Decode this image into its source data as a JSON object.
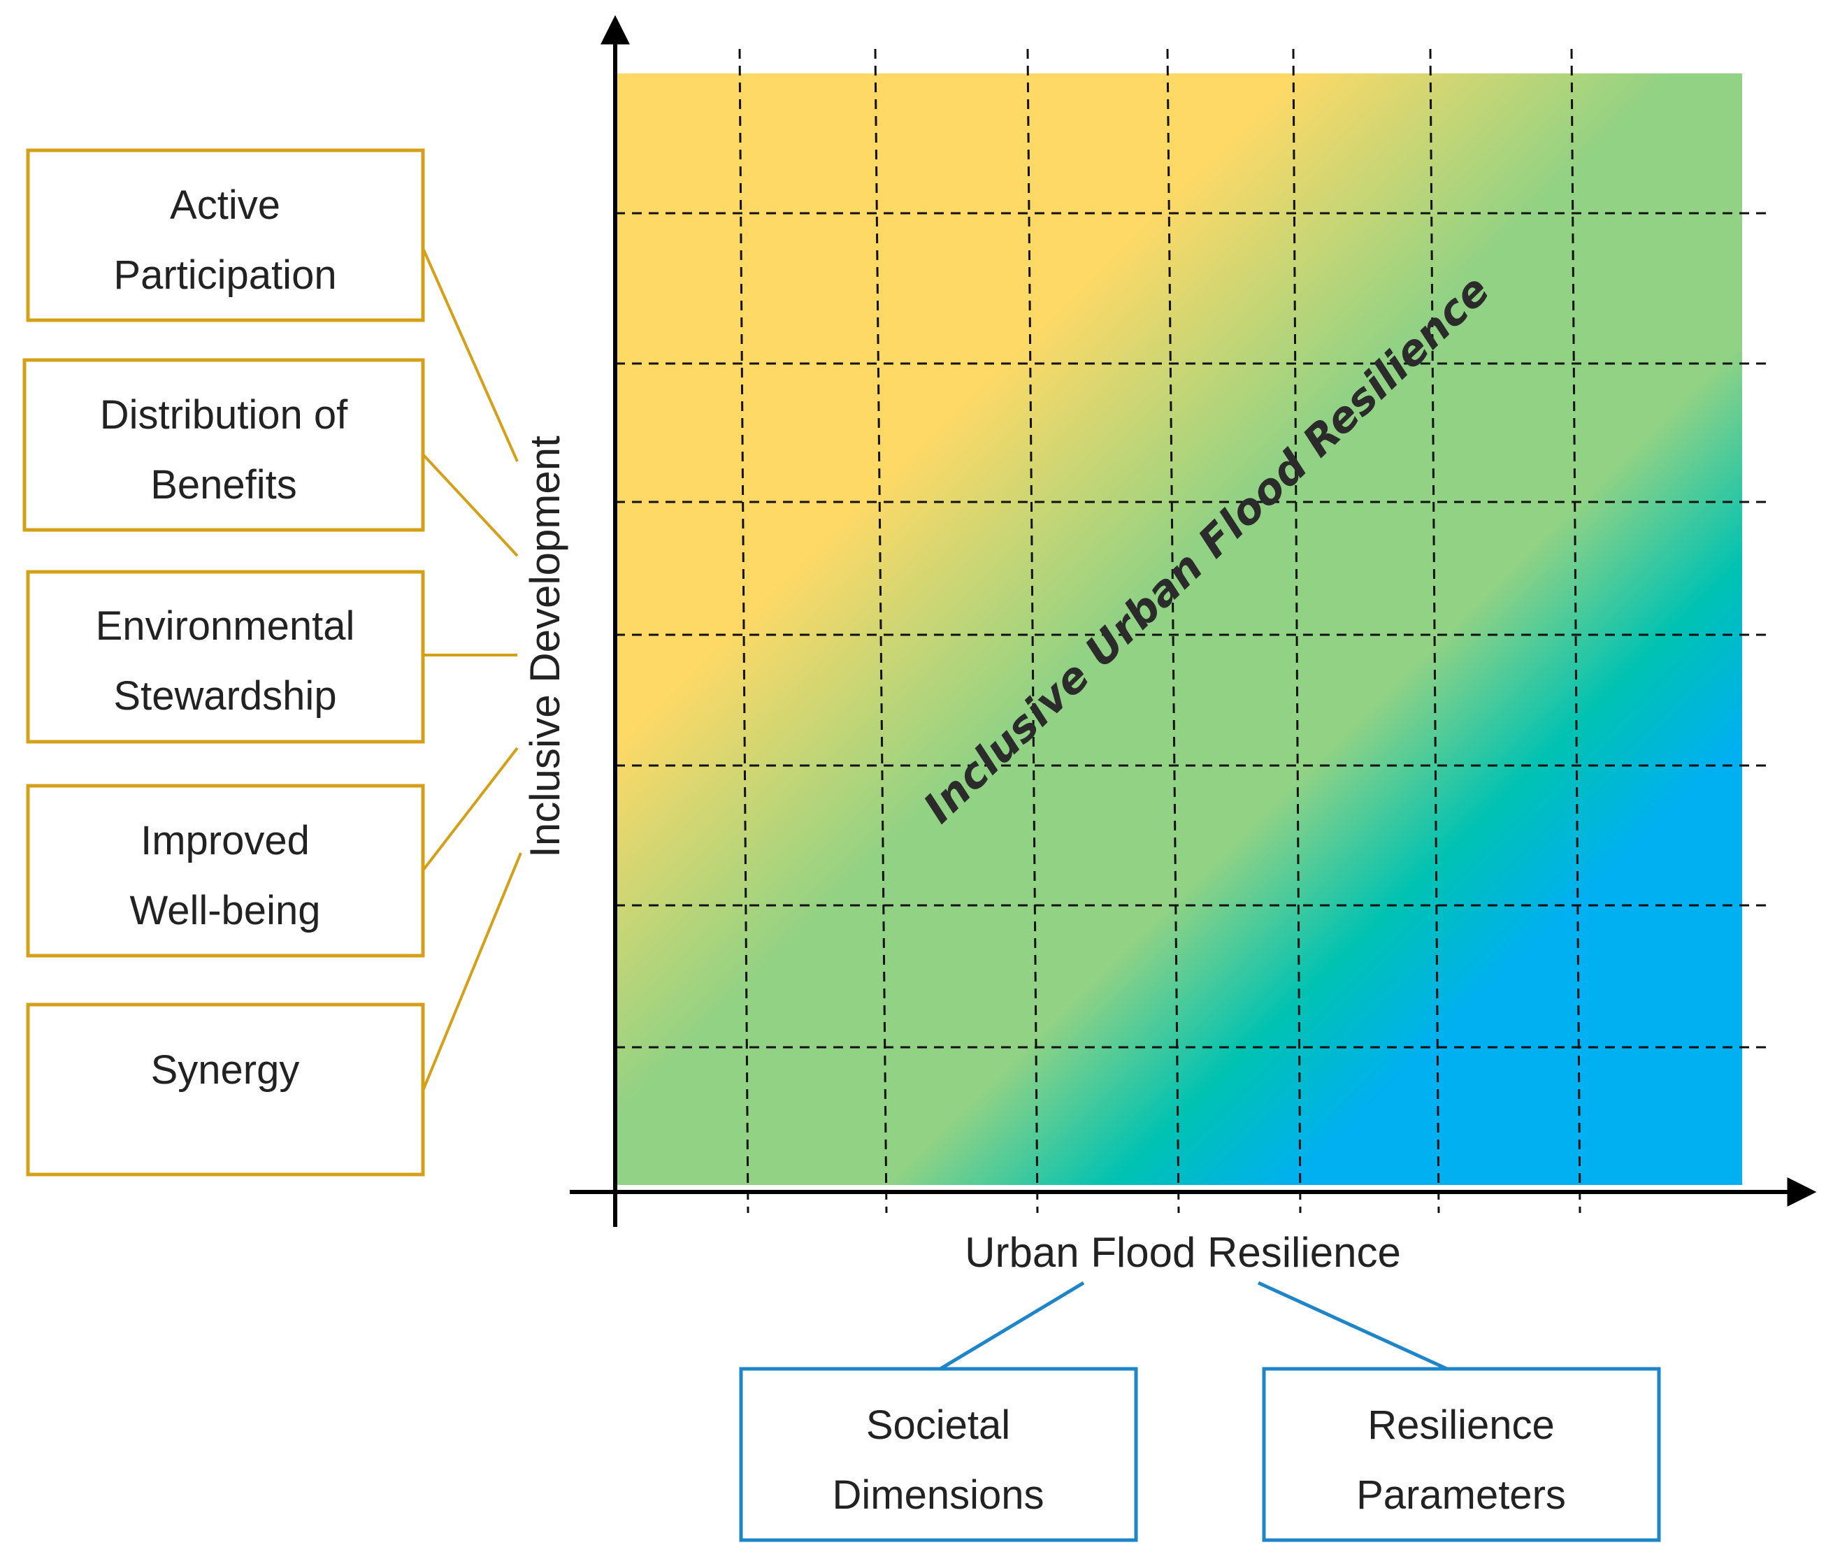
{
  "axes": {
    "x_title": "Urban Flood Resilience",
    "y_title": "Inclusive Development"
  },
  "diagonal_label": "Inclusive Urban Flood Resilience",
  "left_boxes": [
    {
      "line1": "Active",
      "line2": "Participation"
    },
    {
      "line1": "Distribution of",
      "line2": "Benefits"
    },
    {
      "line1": "Environmental",
      "line2": "Stewardship"
    },
    {
      "line1": "Improved",
      "line2": "Well-being"
    },
    {
      "line1": "Synergy",
      "line2": ""
    }
  ],
  "bottom_boxes": [
    {
      "line1": "Societal",
      "line2": "Dimensions"
    },
    {
      "line1": "Resilience",
      "line2": "Parameters"
    }
  ],
  "colors": {
    "inclusive_development": "#D4A017",
    "urban_flood_resilience": "#1E86C8",
    "gradient_yellow": "#FFD966",
    "gradient_green": "#92D284",
    "gradient_teal": "#00C2B2",
    "gradient_blue": "#00B0F0"
  }
}
